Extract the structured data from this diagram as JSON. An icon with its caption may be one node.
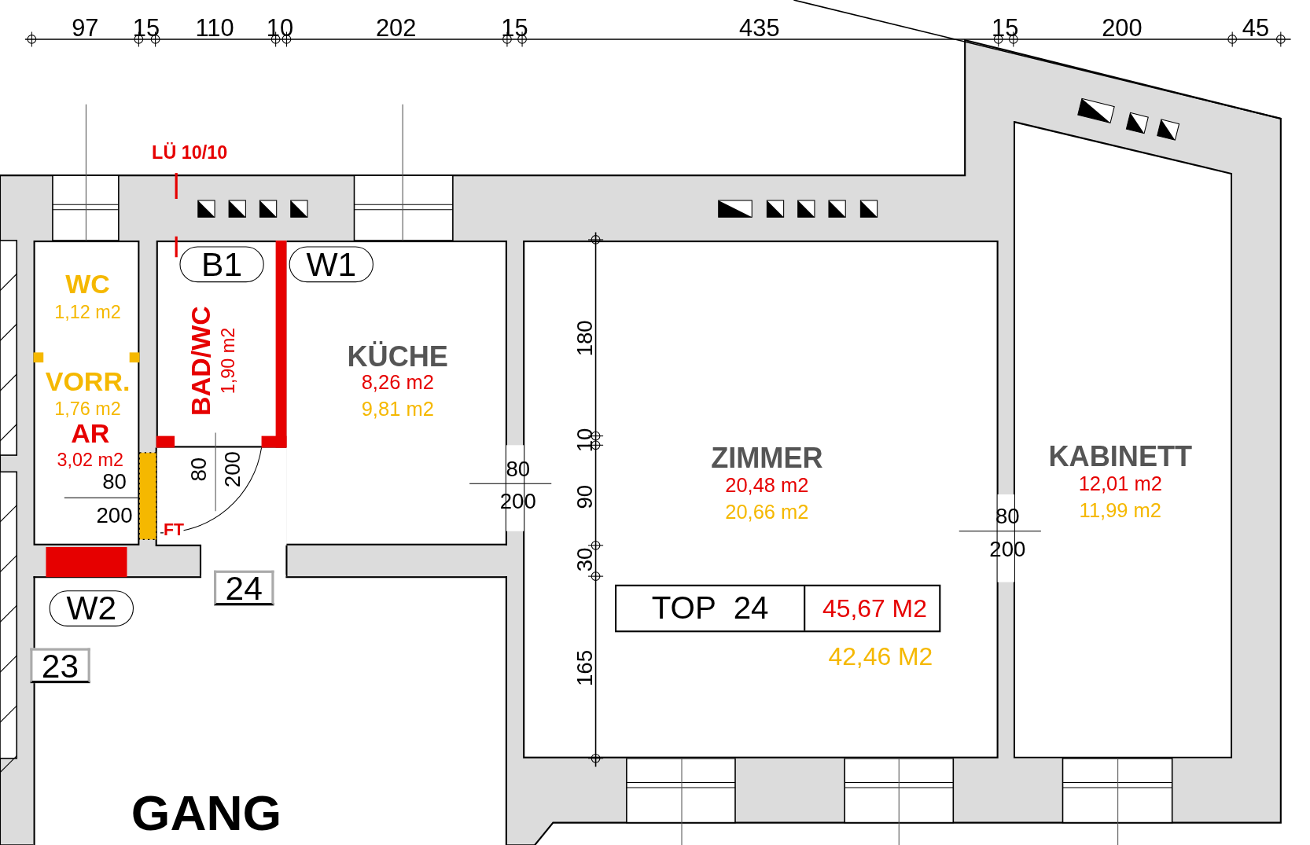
{
  "diagram": {
    "nodes": [
      {
        "text": [
          "WC",
          "1,12 m2",
          "VORR.",
          "1,76 m2",
          "AR",
          "3,02 m2"
        ]
      },
      {
        "text": [
          "BAD/WC",
          "1,90 m2"
        ]
      },
      {
        "text": [
          "B1"
        ],
        "in": 1
      },
      {
        "text": [
          "KÜCHE",
          "8,26 m2",
          "9,81 m2"
        ]
      },
      {
        "text": [
          "W1"
        ],
        "in": 3
      },
      {
        "text": [
          "ZIMMER",
          "20,48 m2",
          "20,66 m2"
        ]
      },
      {
        "text": [
          "TOP  24",
          "45,67 M2"
        ],
        "beside": [
          "42,46 M2"
        ],
        "in": 5
      },
      {
        "text": [
          "KABINETT",
          "12,01 m2",
          "11,99 m2"
        ]
      },
      {
        "text": [
          "24"
        ]
      },
      {
        "text": [
          "GANG"
        ]
      },
      {
        "text": [
          "W2"
        ],
        "in": 9
      },
      {
        "text": [
          "23"
        ],
        "in": 9
      }
    ],
    "labels": [
      "97",
      "15",
      "110",
      "10",
      "202",
      "15",
      "435",
      "15",
      "200",
      "45",
      "LÜ 10/10",
      "180",
      "10",
      "80",
      "200",
      "80",
      "90",
      "80",
      "200",
      "200",
      "80",
      "FT",
      "200",
      "30",
      "165"
    ]
  }
}
